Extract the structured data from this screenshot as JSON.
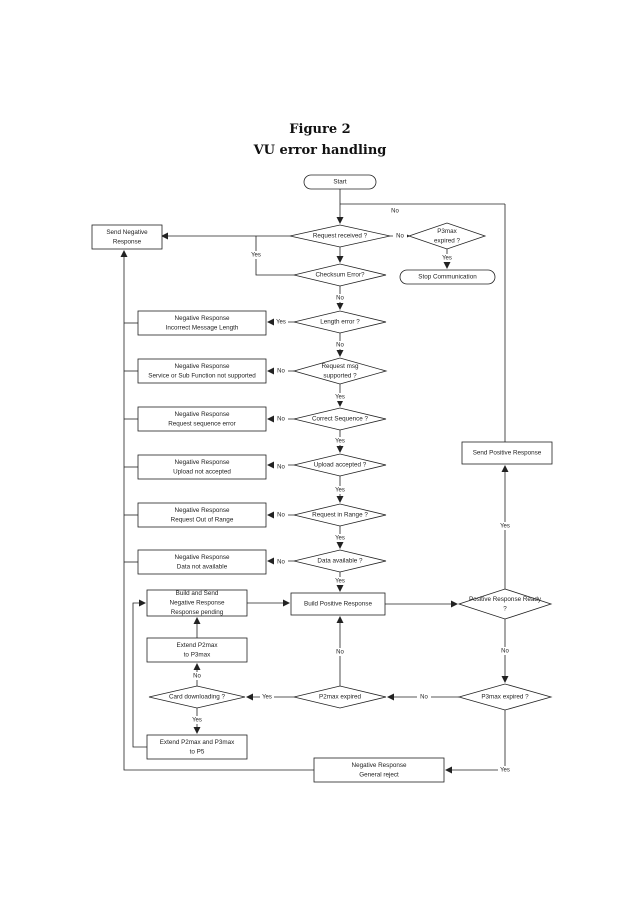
{
  "figure": {
    "title": "Figure 2",
    "subtitle": "VU error handling"
  },
  "nodes": {
    "start": [
      "Start"
    ],
    "send_negative": [
      "Send Negative",
      "Response"
    ],
    "request_received": [
      "Request received ?"
    ],
    "p3max_expired": [
      "P3max",
      "expired ?"
    ],
    "stop_comm": [
      "Stop Communication"
    ],
    "checksum": [
      "Checksum Error?"
    ],
    "length_error": [
      "Length error ?"
    ],
    "neg_length": [
      "Negative Response",
      "Incorrect Message Length"
    ],
    "msg_supported": [
      "Request msg",
      "supported ?"
    ],
    "neg_service": [
      "Negative Response",
      "Service or Sub Function not supported"
    ],
    "correct_seq": [
      "Correct Sequence ?"
    ],
    "neg_sequence": [
      "Negative Response",
      "Request sequence error"
    ],
    "upload_accepted": [
      "Upload accepted ?"
    ],
    "neg_upload": [
      "Negative Response",
      "Upload not accepted"
    ],
    "in_range": [
      "Request in Range ?"
    ],
    "neg_range": [
      "Negative Response",
      "Request Out of Range"
    ],
    "data_available": [
      "Data available ?"
    ],
    "neg_data": [
      "Negative Response",
      "Data not available"
    ],
    "build_send_pending": [
      "Build and Send",
      "Negative Response",
      "Response pending"
    ],
    "build_positive": [
      "Build Positive Response"
    ],
    "send_positive": [
      "Send Positive Response"
    ],
    "positive_ready": [
      "Positive Response Ready",
      "?"
    ],
    "extend_p2max": [
      "Extend P2max",
      "to P3max"
    ],
    "card_downloading": [
      "Card downloading ?"
    ],
    "p2max_expired": [
      "P2max expired"
    ],
    "p3max_expired2": [
      "P3max expired ?"
    ],
    "extend_p2p3": [
      "Extend P2max and P3max",
      "to P5"
    ],
    "neg_general": [
      "Negative Response",
      "General reject"
    ]
  },
  "labels": {
    "yes": "Yes",
    "no": "No"
  }
}
